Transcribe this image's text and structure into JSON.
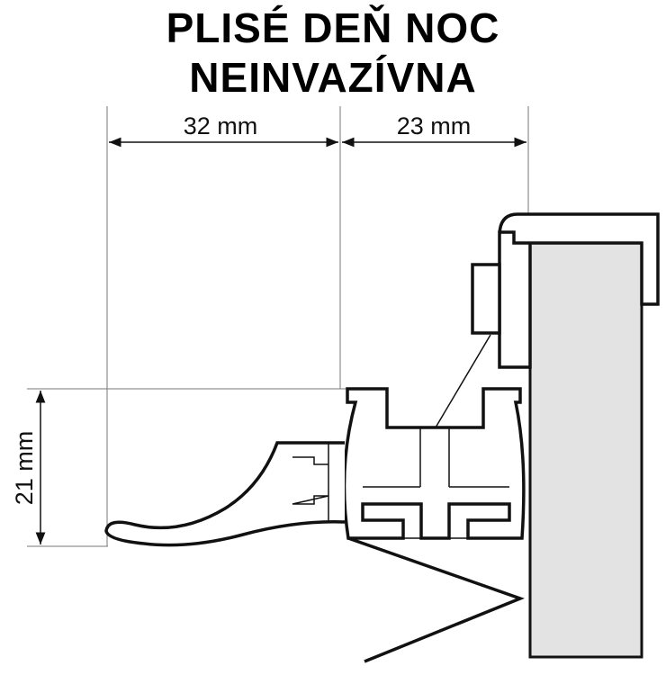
{
  "title": {
    "line1": "PLISÉ DEŇ NOC",
    "line2": "NEINVAZÍVNA"
  },
  "dimensions": {
    "width_left": "32 mm",
    "width_right": "23 mm",
    "height": "21 mm"
  },
  "colors": {
    "glass": "#e3e3e3",
    "stroke": "#111111",
    "guide": "#777777"
  }
}
